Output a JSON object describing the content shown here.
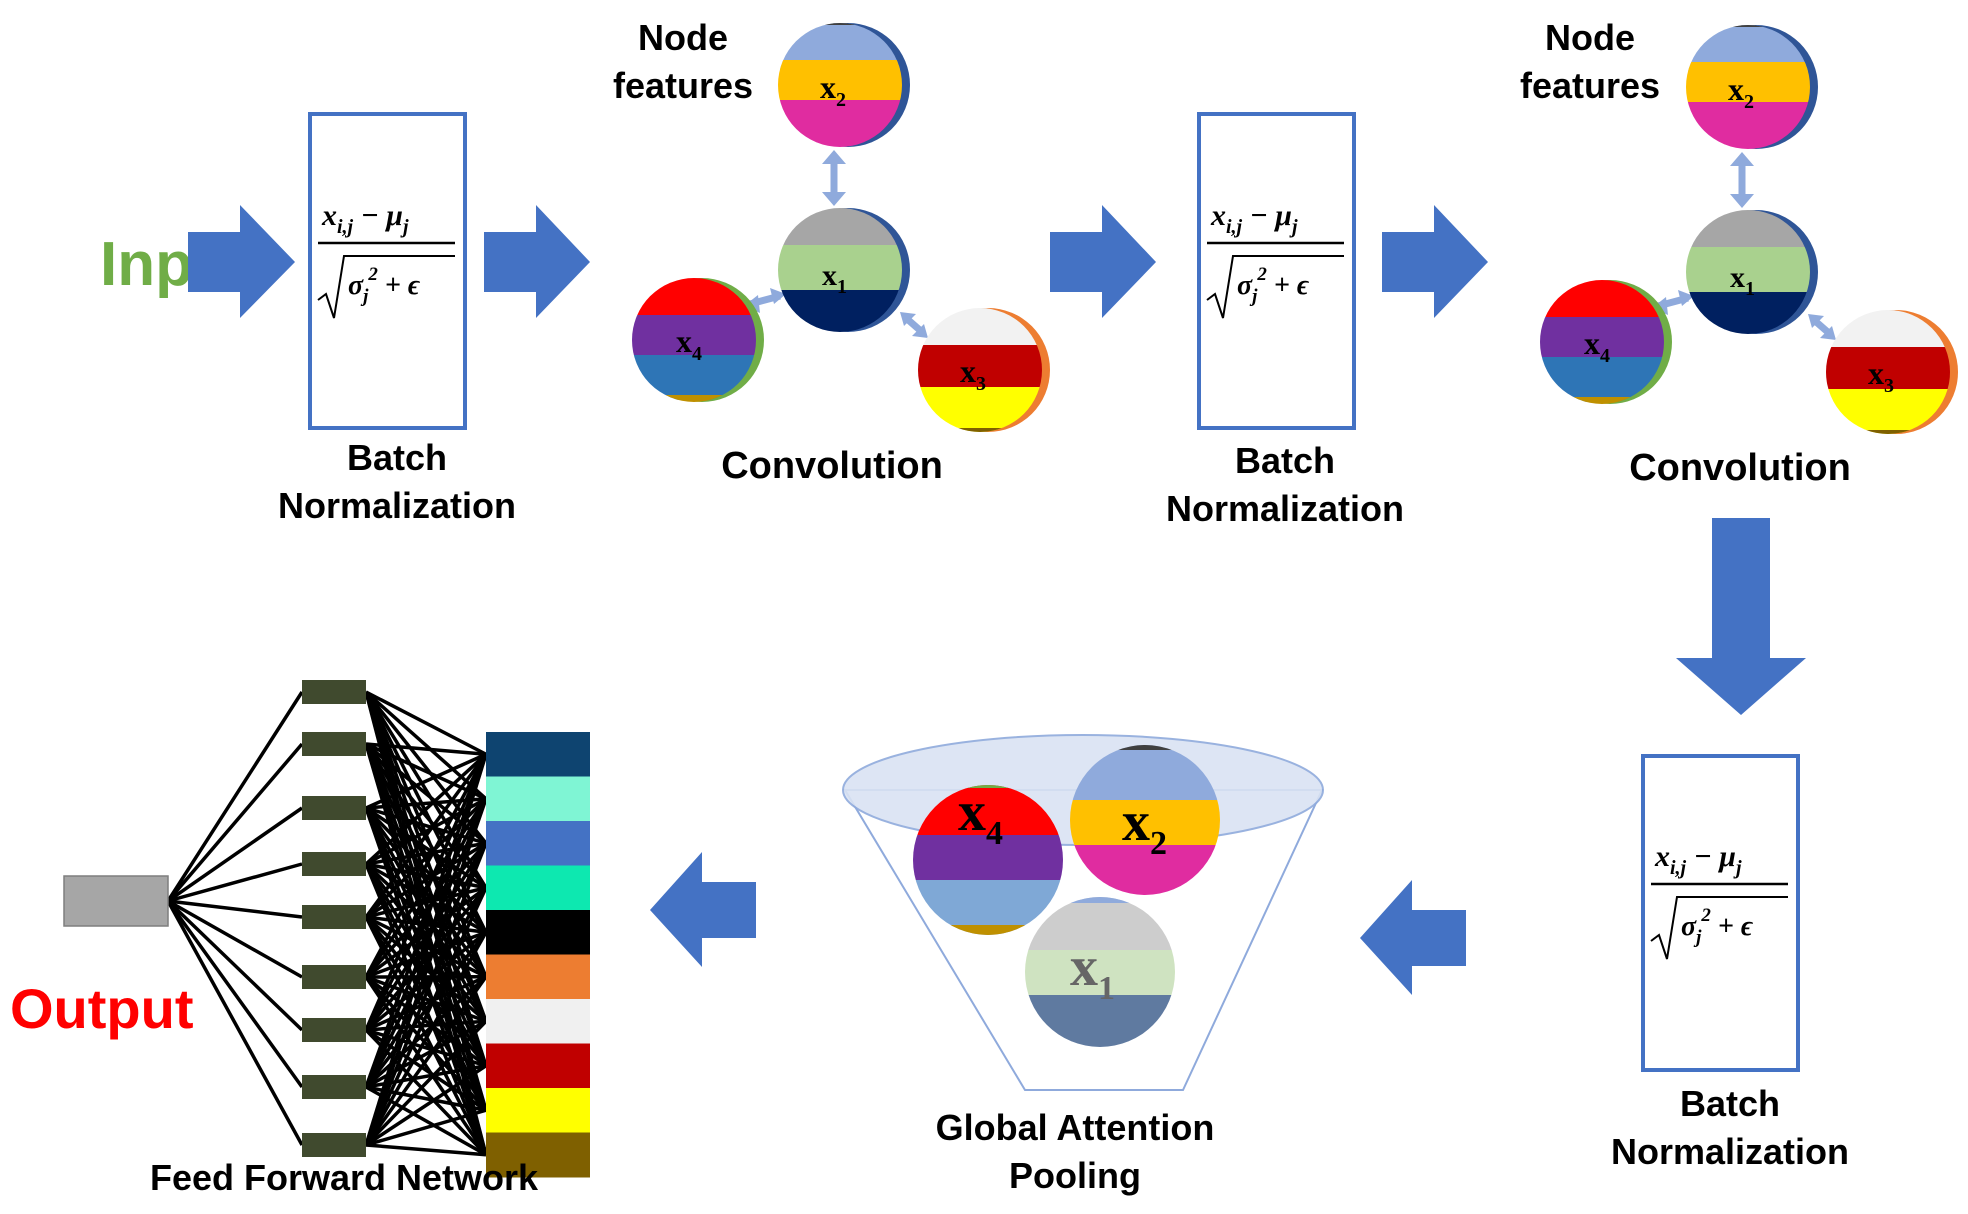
{
  "labels": {
    "input": "Input",
    "output": "Output",
    "batch_norm_line1": "Batch",
    "batch_norm_line2": "Normalization",
    "convolution": "Convolution",
    "node_features_line1": "Node",
    "node_features_line2": "features",
    "global_pool_line1": "Global Attention",
    "global_pool_line2": "Pooling",
    "ffn": "Feed Forward Network"
  },
  "formula": {
    "numerator": "x",
    "numerator_sub": "i,j",
    "minus": " − μ",
    "mu_sub": "j",
    "denominator": "σ",
    "sigma_sub": "j",
    "sigma_sup": "2",
    "plus_eps": " + ϵ"
  },
  "nodes": {
    "x1": "x",
    "x1_sub": "1",
    "x2": "x",
    "x2_sub": "2",
    "x3": "x",
    "x3_sub": "3",
    "x4": "x",
    "x4_sub": "4"
  },
  "colors": {
    "input_label": "#70ad47",
    "output_label": "#ff0000",
    "arrow": "#4472c4",
    "box_border": "#4472c4",
    "ffn_node": "#404a2e",
    "output_node": "#a6a6a6"
  },
  "feature_strip_colors": [
    "#0e4470",
    "#7ff5d4",
    "#4472c4",
    "#0de8b0",
    "#000000",
    "#ed7d31",
    "#f0f0f0",
    "#c00000",
    "#ffff00",
    "#7f6000"
  ],
  "node_colors": {
    "x1": [
      "#a6a6a6",
      "#a9d18e",
      "#002060"
    ],
    "x2": [
      "#8faadc",
      "#ffc000",
      "#e02ca0"
    ],
    "x3": [
      "#f2f2f2",
      "#c00000",
      "#ffff00"
    ],
    "x4": [
      "#ff0000",
      "#7030a0",
      "#2e75b6"
    ]
  }
}
